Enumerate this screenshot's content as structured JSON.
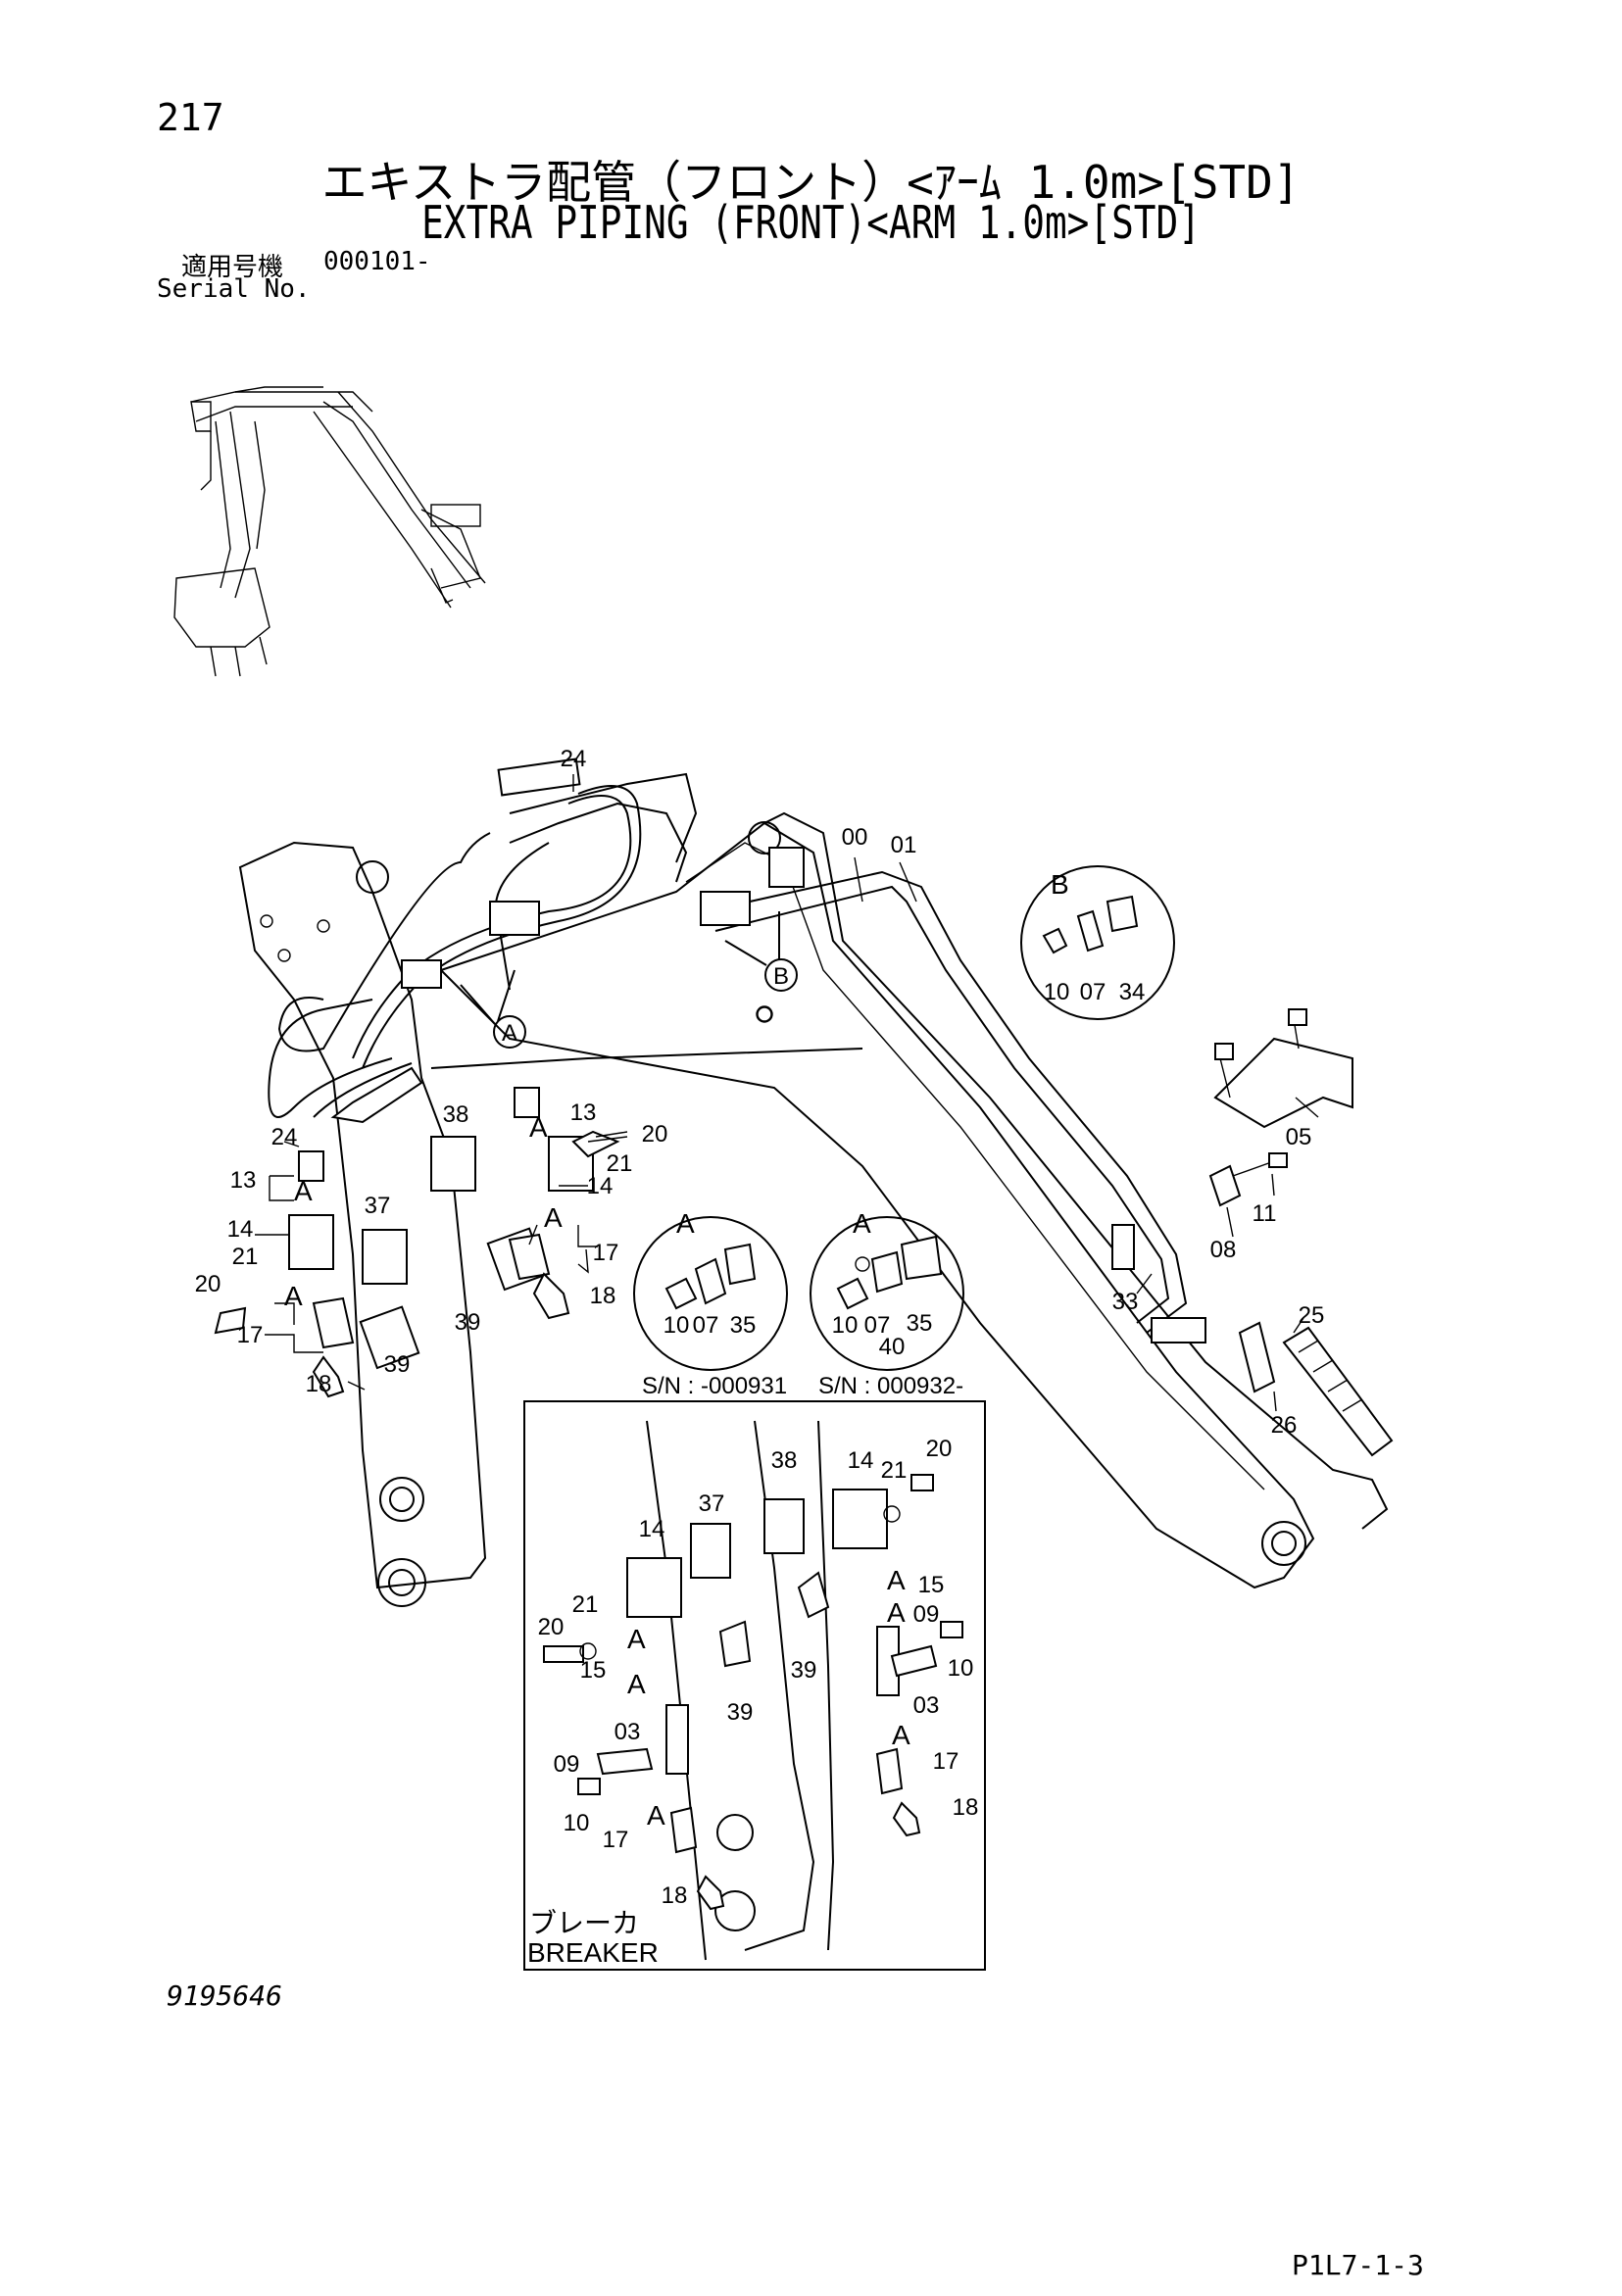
{
  "header": {
    "page_number": "217",
    "title_jp": "エキストラ配管（フロント）<ｱｰﾑ 1.0m>[STD]",
    "title_en": "EXTRA PIPING (FRONT)<ARM 1.0m>[STD]",
    "serial_label_jp": "適用号機",
    "serial_value": "000101-",
    "serial_label_en": "Serial No."
  },
  "footer": {
    "doc_number": "9195646",
    "page_code": "P1L7-1-3"
  },
  "details": {
    "detail_a_marker": "A",
    "detail_b_marker": "B",
    "sn_left": "S/N : -000931",
    "sn_right": "S/N : 000932-",
    "breaker_jp": "ブレーカ",
    "breaker_en": "BREAKER"
  },
  "callouts": {
    "c24_top": "24",
    "c00": "00",
    "c01": "01",
    "b_10": "10",
    "b_07": "07",
    "b_34": "34",
    "c05": "05",
    "c11": "11",
    "c08": "08",
    "c33": "33",
    "c25": "25",
    "c26": "26",
    "c38": "38",
    "c37": "37",
    "c24_left": "24",
    "c13_left": "13",
    "c14_left": "14",
    "c21_left": "21",
    "c20_left": "20",
    "c17_left": "17",
    "c18_left": "18",
    "c39_a": "39",
    "c39_b": "39",
    "c13_mid": "13",
    "c20_mid": "20",
    "c21_mid": "21",
    "c14_mid": "14",
    "c17_mid": "17",
    "c18_mid": "18",
    "al_10": "10",
    "al_07": "07",
    "al_35": "35",
    "ar_10": "10",
    "ar_07": "07",
    "ar_40": "40",
    "ar_35": "35",
    "k38": "38",
    "k14_r": "14",
    "k21_r": "21",
    "k20_r": "20",
    "k37": "37",
    "k14_l": "14",
    "k21_l": "21",
    "k20_l": "20",
    "k15_l": "15",
    "k39_l": "39",
    "k03_l": "03",
    "k09_l": "09",
    "k10_l": "10",
    "k17_l": "17",
    "k18_l": "18",
    "k15_r": "15",
    "k09_r": "09",
    "k10_r": "10",
    "k39_r": "39",
    "k03_r": "03",
    "k17_r": "17",
    "k18_r": "18"
  }
}
